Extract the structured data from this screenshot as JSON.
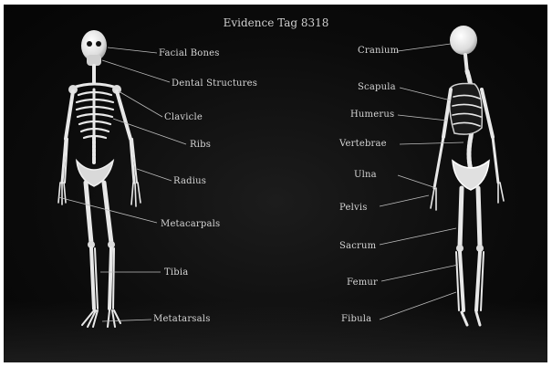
{
  "title": "Evidence Tag 8318",
  "labels_front": {
    "facial_bones": "Facial Bones",
    "dental_structures": "Dental Structures",
    "clavicle": "Clavicle",
    "ribs": "Ribs",
    "radius": "Radius",
    "metacarpals": "Metacarpals",
    "tibia": "Tibia",
    "metatarsals": "Metatarsals"
  },
  "labels_back": {
    "cranium": "Cranium",
    "scapula": "Scapula",
    "humerus": "Humerus",
    "vertebrae": "Vertebrae",
    "ulna": "Ulna",
    "pelvis": "Pelvis",
    "sacrum": "Sacrum",
    "femur": "Femur",
    "fibula": "Fibula"
  },
  "colors": {
    "background": "#0b0b0b",
    "bone": "#e6e6e6",
    "text": "#d6d6d6"
  }
}
